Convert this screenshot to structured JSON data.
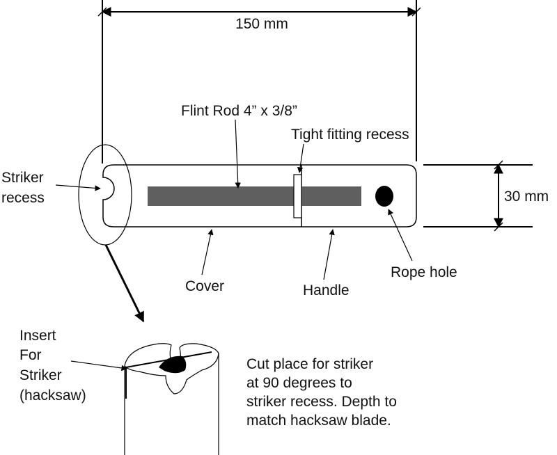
{
  "dimensions": {
    "length": "150 mm",
    "width": "30 mm"
  },
  "labels": {
    "flint_rod": "Flint Rod 4” x 3/8”",
    "tight_recess": "Tight fitting recess",
    "striker_recess_line1": "Striker",
    "striker_recess_line2": "recess",
    "cover": "Cover",
    "handle": "Handle",
    "rope_hole": "Rope hole",
    "insert_line1": "Insert",
    "insert_line2": "For",
    "insert_line3": "Striker",
    "insert_line4": "(hacksaw)"
  },
  "note": {
    "line1": "Cut place for striker",
    "line2": "at 90 degrees to",
    "line3": "striker recess. Depth to",
    "line4": "match hacksaw blade."
  },
  "colors": {
    "flint_rod": "#5f5f5f",
    "rope_hole": "#000000"
  }
}
